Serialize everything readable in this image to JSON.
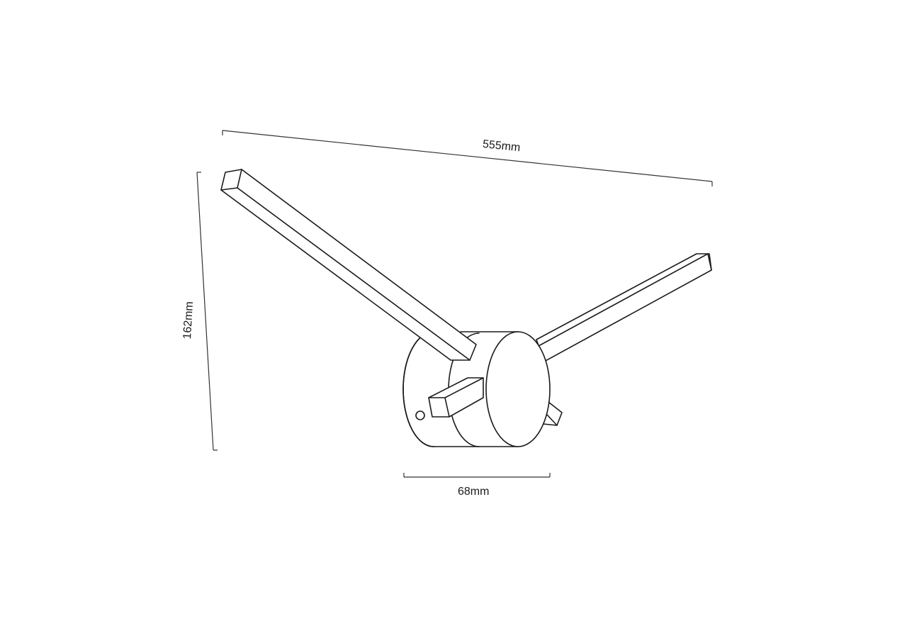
{
  "diagram": {
    "subject": "wall lamp technical drawing",
    "dimensions": {
      "width_total": "555mm",
      "height_total": "162mm",
      "base_diameter": "68mm"
    },
    "colors": {
      "line": "#1a1a1a",
      "background": "#ffffff"
    }
  }
}
